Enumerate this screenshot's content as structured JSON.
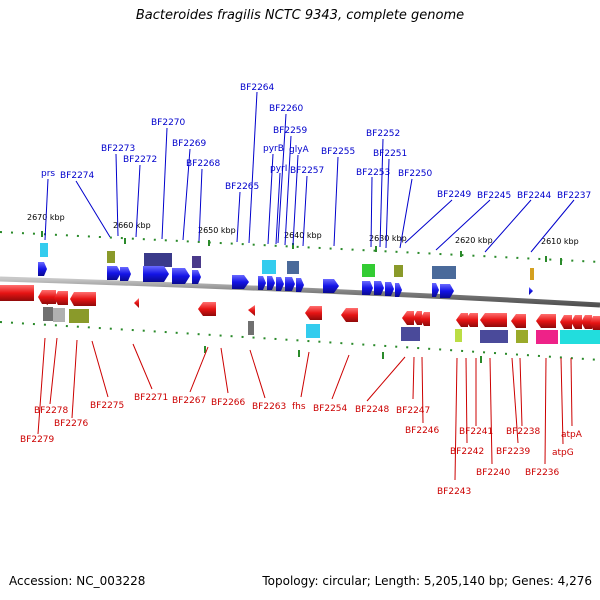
{
  "title": "Bacteroides fragilis NCTC 9343, complete genome",
  "footer": {
    "accession": "Accession: NC_003228",
    "summary": "Topology: circular; Length: 5,205,140 bp; Genes: 4,276"
  },
  "colors": {
    "forward": "#1414e6",
    "reverse": "#e61414",
    "backbone": "#808080",
    "ticks": "#008000"
  },
  "scale_ticks": [
    {
      "label": "2670 kbp"
    },
    {
      "label": "2660 kbp"
    },
    {
      "label": "2650 kbp"
    },
    {
      "label": "2640 kbp"
    },
    {
      "label": "2630 kbp"
    },
    {
      "label": "2620 kbp"
    },
    {
      "label": "2610 kbp"
    }
  ],
  "top_genes": [
    {
      "label": "prs"
    },
    {
      "label": "BF2274"
    },
    {
      "label": "BF2273"
    },
    {
      "label": "BF2272"
    },
    {
      "label": "BF2270"
    },
    {
      "label": "BF2269"
    },
    {
      "label": "BF2268"
    },
    {
      "label": "BF2265"
    },
    {
      "label": "BF2264"
    },
    {
      "label": "BF2260"
    },
    {
      "label": "pyrB"
    },
    {
      "label": "pyrI"
    },
    {
      "label": "BF2259"
    },
    {
      "label": "glyA"
    },
    {
      "label": "BF2257"
    },
    {
      "label": "BF2255"
    },
    {
      "label": "BF2252"
    },
    {
      "label": "BF2253"
    },
    {
      "label": "BF2251"
    },
    {
      "label": "BF2250"
    },
    {
      "label": "BF2249"
    },
    {
      "label": "BF2245"
    },
    {
      "label": "BF2244"
    },
    {
      "label": "BF2237"
    }
  ],
  "bottom_genes": [
    {
      "label": "BF2279"
    },
    {
      "label": "BF2278"
    },
    {
      "label": "BF2276"
    },
    {
      "label": "BF2275"
    },
    {
      "label": "BF2271"
    },
    {
      "label": "BF2267"
    },
    {
      "label": "BF2266"
    },
    {
      "label": "BF2263"
    },
    {
      "label": "fhs"
    },
    {
      "label": "BF2254"
    },
    {
      "label": "BF2248"
    },
    {
      "label": "BF2247"
    },
    {
      "label": "BF2246"
    },
    {
      "label": "BF2243"
    },
    {
      "label": "BF2242"
    },
    {
      "label": "BF2241"
    },
    {
      "label": "BF2240"
    },
    {
      "label": "BF2239"
    },
    {
      "label": "BF2238"
    },
    {
      "label": "BF2236"
    },
    {
      "label": "atpG"
    },
    {
      "label": "atpA"
    }
  ]
}
